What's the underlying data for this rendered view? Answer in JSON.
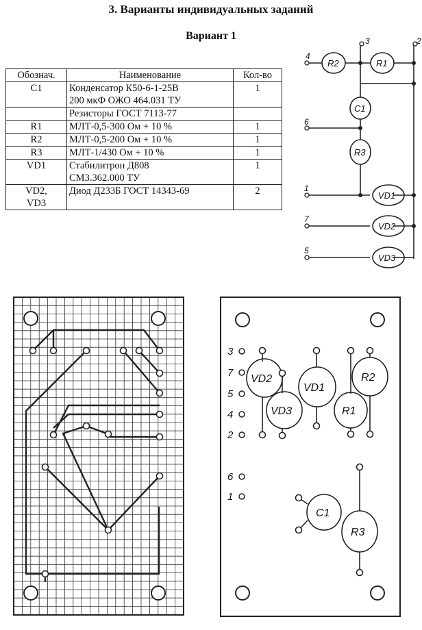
{
  "section_title": "3. Варианты индивидуальных заданий",
  "variant_title": "Вариант 1",
  "table": {
    "headers": [
      "Обознач.",
      "Наименование",
      "Кол-во"
    ],
    "rows": [
      {
        "designation": "C1",
        "name": [
          "Конденсатор К50-6-1-25В",
          "200 мкФ ОЖО 464.031 ТУ"
        ],
        "qty": "1"
      },
      {
        "designation": "",
        "name": [
          "Резисторы ГОСТ 7113-77"
        ],
        "qty": ""
      },
      {
        "designation": "R1",
        "name": [
          "МЛТ-0,5-300 Ом + 10 %"
        ],
        "qty": "1"
      },
      {
        "designation": "R2",
        "name": [
          "МЛТ-0,5-200 Ом + 10 %"
        ],
        "qty": "1"
      },
      {
        "designation": "R3",
        "name": [
          "МЛТ-1/430 Ом + 10 %"
        ],
        "qty": "1"
      },
      {
        "designation": "VD1",
        "name": [
          "Стабилитрон Д808",
          "СМ3.362.000 ТУ"
        ],
        "qty": "1"
      },
      {
        "designation": "VD2,\nVD3",
        "name": [
          "Диод Д233Б ГОСТ 14343-69"
        ],
        "qty": "2"
      }
    ]
  },
  "schematic": {
    "components": [
      "R2",
      "R1",
      "C1",
      "R3",
      "VD1",
      "VD2",
      "VD3"
    ],
    "terminals": [
      "4",
      "3",
      "2",
      "6",
      "1",
      "7",
      "5"
    ]
  },
  "board": {
    "pin_labels": [
      "3",
      "7",
      "5",
      "4",
      "2",
      "6",
      "1"
    ],
    "components": [
      "VD2",
      "VD1",
      "R2",
      "VD3",
      "R1",
      "C1",
      "R3"
    ]
  }
}
